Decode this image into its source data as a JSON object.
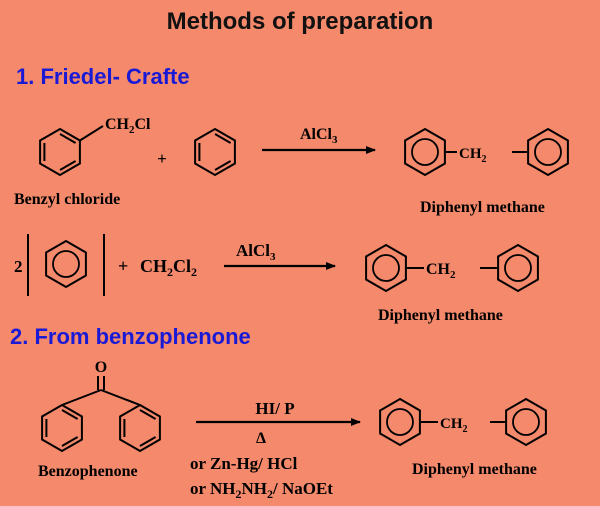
{
  "title": "Methods of preparation",
  "section1": {
    "heading": "1. Friedel- Crafte",
    "reaction_a": {
      "reactant_substituent": "CH2Cl",
      "reactant_label": "Benzyl chloride",
      "plus": "+",
      "reagent": "AlCl3",
      "product_linker": "CH2",
      "product_label": "Diphenyl methane"
    },
    "reaction_b": {
      "coefficient": "2",
      "plus": "+",
      "reactant": "CH2Cl2",
      "reagent": "AlCl3",
      "product_linker": "CH2",
      "product_label": "Diphenyl methane"
    }
  },
  "section2": {
    "heading": "2. From benzophenone",
    "reaction": {
      "carbonyl": "O",
      "reactant_label": "Benzophenone",
      "reagent_top": "HI/ P",
      "reagent_delta": "Δ",
      "reagent_alt1": "or Zn-Hg/ HCl",
      "reagent_alt2": "or NH2NH2/ NaOEt",
      "product_linker": "CH2",
      "product_label": "Diphenyl methane"
    }
  },
  "colors": {
    "background": "#f4896b",
    "heading": "#1a1ad6",
    "ink": "#000000"
  }
}
